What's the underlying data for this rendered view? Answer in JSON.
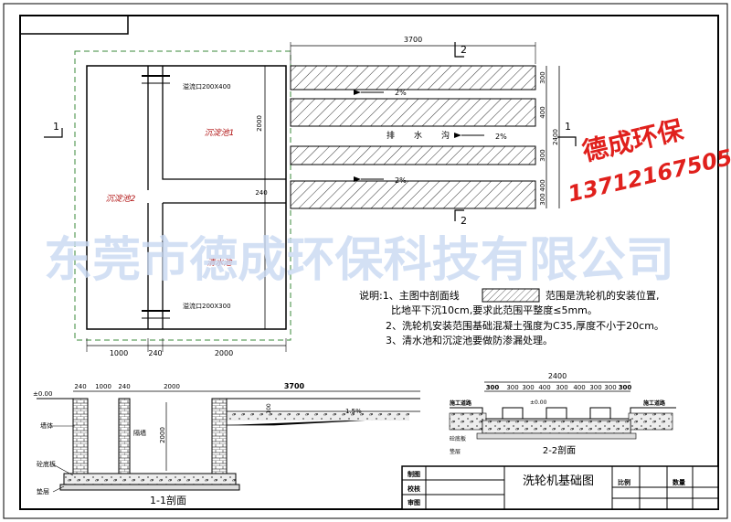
{
  "plan": {
    "dim_top": "3700",
    "dim_bottom": [
      "1000",
      "240",
      "2000"
    ],
    "dim_left_2000": "2000",
    "dim_240": "240",
    "dim_right": [
      "300",
      "400",
      "300",
      "400",
      "300"
    ],
    "dim_right_total": "2400",
    "pool_sed1": "沉淀池1",
    "pool_sed2": "沉淀池2",
    "pool_clear": "清水池",
    "overflow_top": "溢流口200X400",
    "overflow_bottom": "溢流口200X300",
    "drain": [
      "排",
      "水",
      "沟"
    ],
    "slope": "2%",
    "section_1": "1",
    "section_2": "2"
  },
  "notes": {
    "line1a": "说明:1、主图中剖面线",
    "line1b": "范围是洗轮机的安装位置,",
    "line1c": "比地平下沉10cm,要求此范围平整度≤5mm。",
    "line2": "2、洗轮机安装范围基础混凝土强度为C35,厚度不小于20cm。",
    "line3": "3、清水池和沉淀池要做防渗漏处理。"
  },
  "section11": {
    "title": "1-1剖面",
    "level": "±0.00",
    "dims": [
      "240",
      "1000",
      "240",
      "2000",
      "3700"
    ],
    "depth": "2000",
    "slope": "1.5%",
    "dim_100": "100",
    "labels": [
      "墙体",
      "隔墙",
      "砼底板",
      "垫层"
    ]
  },
  "section22": {
    "title": "2-2剖面",
    "total": "2400",
    "dims": [
      "300",
      "300",
      "300",
      "400",
      "300",
      "400",
      "300",
      "300",
      "300"
    ],
    "level": "±0.00",
    "road_left": "施工道路",
    "road_right": "施工道路",
    "labels": [
      "砼底板",
      "垫层"
    ]
  },
  "titleblock": {
    "r1": "制图",
    "r2": "校核",
    "r3": "审图",
    "title": "洗轮机基础图",
    "scale": "比例",
    "qty": "数量"
  },
  "watermark": {
    "brand": "德成环保",
    "phone": "13712167505",
    "company": "东莞市德成环保科技有限公司"
  },
  "colors": {
    "watermark_red": "#e0201c",
    "watermark_blue": "#c9d9f2",
    "frame_green": "#3a8a3a"
  }
}
